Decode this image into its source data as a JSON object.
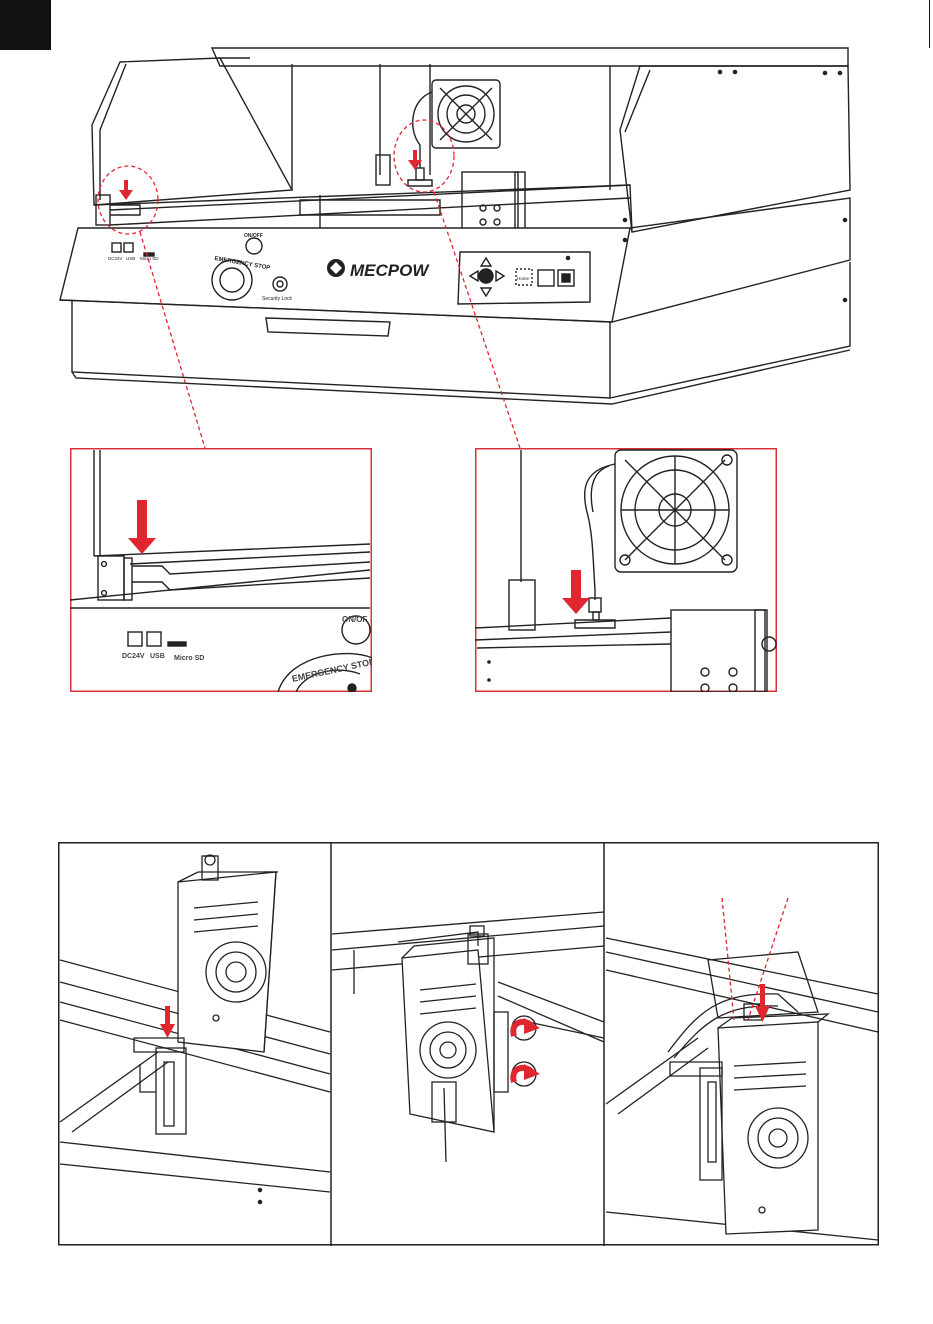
{
  "brand": {
    "logo_text": "MECPOW"
  },
  "front_panel": {
    "port_dc": "DC24V",
    "port_usb": "USB",
    "port_sd": "Micro SD",
    "power_button": "ON/OFF",
    "emergency_stop": "EMERGENCY STOP",
    "security_lock": "Security Lock",
    "control_home": "Home"
  },
  "detail_left": {
    "port_dc": "DC24V",
    "port_usb": "USB",
    "port_sd": "Micro SD",
    "power_button": "ON/OF",
    "emergency_stop": "EMERGENCY STOP"
  },
  "colors": {
    "accent_red": "#e0262f",
    "line": "#222222",
    "detail_border": "#d9323a"
  }
}
